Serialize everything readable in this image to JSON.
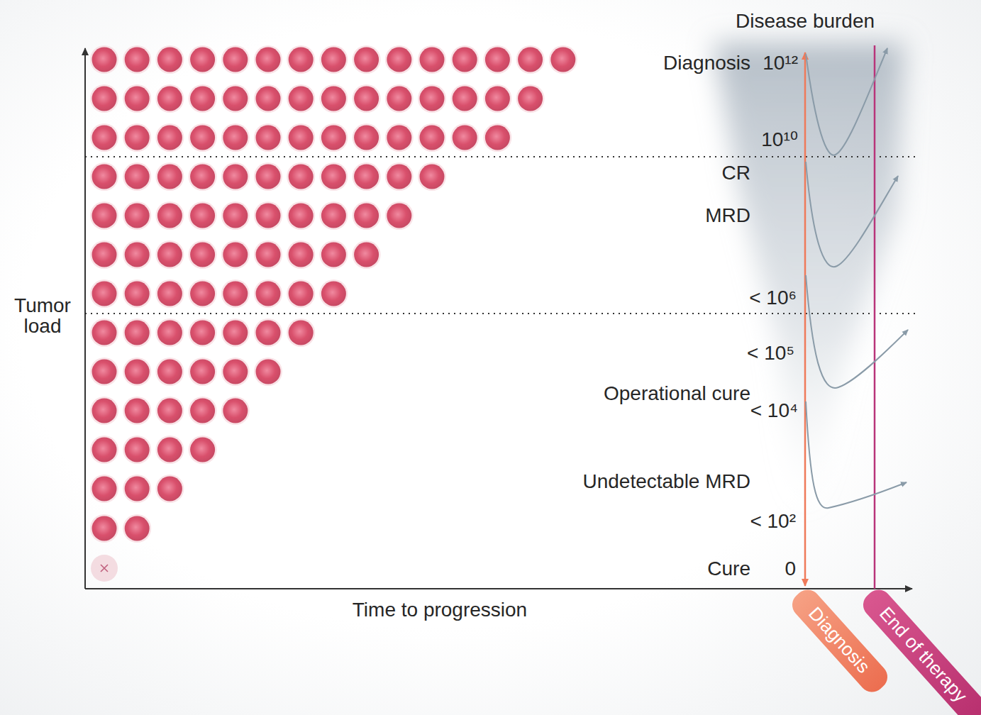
{
  "diagram": {
    "nodes": [
      {
        "text": [
          "Diagnosis"
        ]
      },
      {
        "text": [
          "End of therapy"
        ]
      }
    ],
    "labels": [
      "Disease burden",
      "Diagnosis",
      "10¹²",
      "10¹⁰",
      "CR",
      "MRD",
      "< 10⁶",
      "< 10⁵",
      "Operational cure",
      "< 10⁴",
      "Undetectable MRD",
      "< 10²",
      "Cure",
      "0",
      "Tumor load",
      "Time to progression"
    ]
  }
}
